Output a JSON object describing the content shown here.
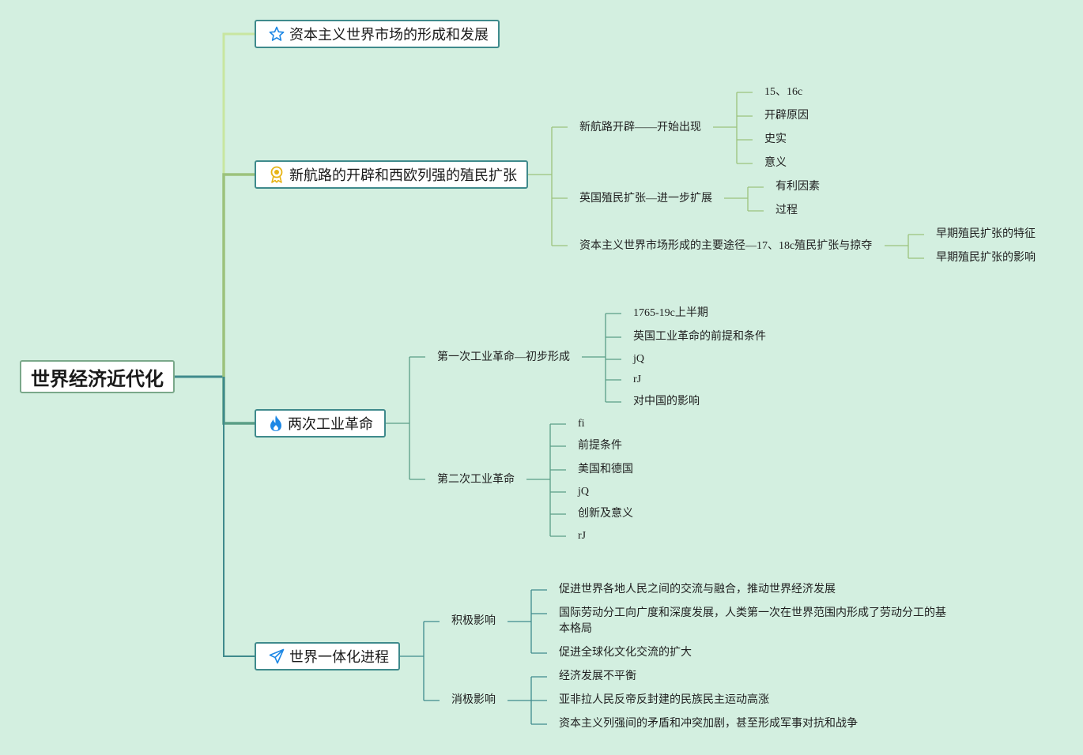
{
  "root": "世界经济近代化",
  "colors": {
    "background": "#d3efe0",
    "branch1": "#c8e6a0",
    "branch2": "#9cc27c",
    "branch3": "#5a9e86",
    "branch4": "#3f8a8c",
    "node_border": "#3f8a8c",
    "icon_blue": "#1e88e5",
    "icon_gold": "#e7b416"
  },
  "branches": [
    {
      "label": "资本主义世界市场的形成和发展",
      "icon": "star-icon",
      "children": []
    },
    {
      "label": "新航路的开辟和西欧列强的殖民扩张",
      "icon": "medal-icon",
      "children": [
        {
          "label": "新航路开辟——开始出现",
          "children": [
            "15、16c",
            "开辟原因",
            "史实",
            "意义"
          ]
        },
        {
          "label": "英国殖民扩张—进一步扩展",
          "children": [
            "有利因素",
            "过程"
          ]
        },
        {
          "label": "资本主义世界市场形成的主要途径—17、18c殖民扩张与掠夺",
          "children": [
            "早期殖民扩张的特征",
            "早期殖民扩张的影响"
          ]
        }
      ]
    },
    {
      "label": "两次工业革命",
      "icon": "flame-icon",
      "children": [
        {
          "label": "第一次工业革命—初步形成",
          "children": [
            "1765-19c上半期",
            "英国工业革命的前提和条件",
            "jQ",
            "rJ",
            "对中国的影响"
          ]
        },
        {
          "label": "第二次工业革命",
          "children": [
            "fi",
            "前提条件",
            "美国和德国",
            "jQ",
            "创新及意义",
            "rJ"
          ]
        }
      ]
    },
    {
      "label": "世界一体化进程",
      "icon": "paper-plane-icon",
      "children": [
        {
          "label": "积极影响",
          "children": [
            "促进世界各地人民之间的交流与融合，推动世界经济发展",
            "国际劳动分工向广度和深度发展，人类第一次在世界范围内形成了劳动分工的基本格局",
            "促进全球化文化交流的扩大"
          ]
        },
        {
          "label": "消极影响",
          "children": [
            "经济发展不平衡",
            "亚非拉人民反帝反封建的民族民主运动高涨",
            "资本主义列强间的矛盾和冲突加剧，甚至形成军事对抗和战争"
          ]
        }
      ]
    }
  ]
}
